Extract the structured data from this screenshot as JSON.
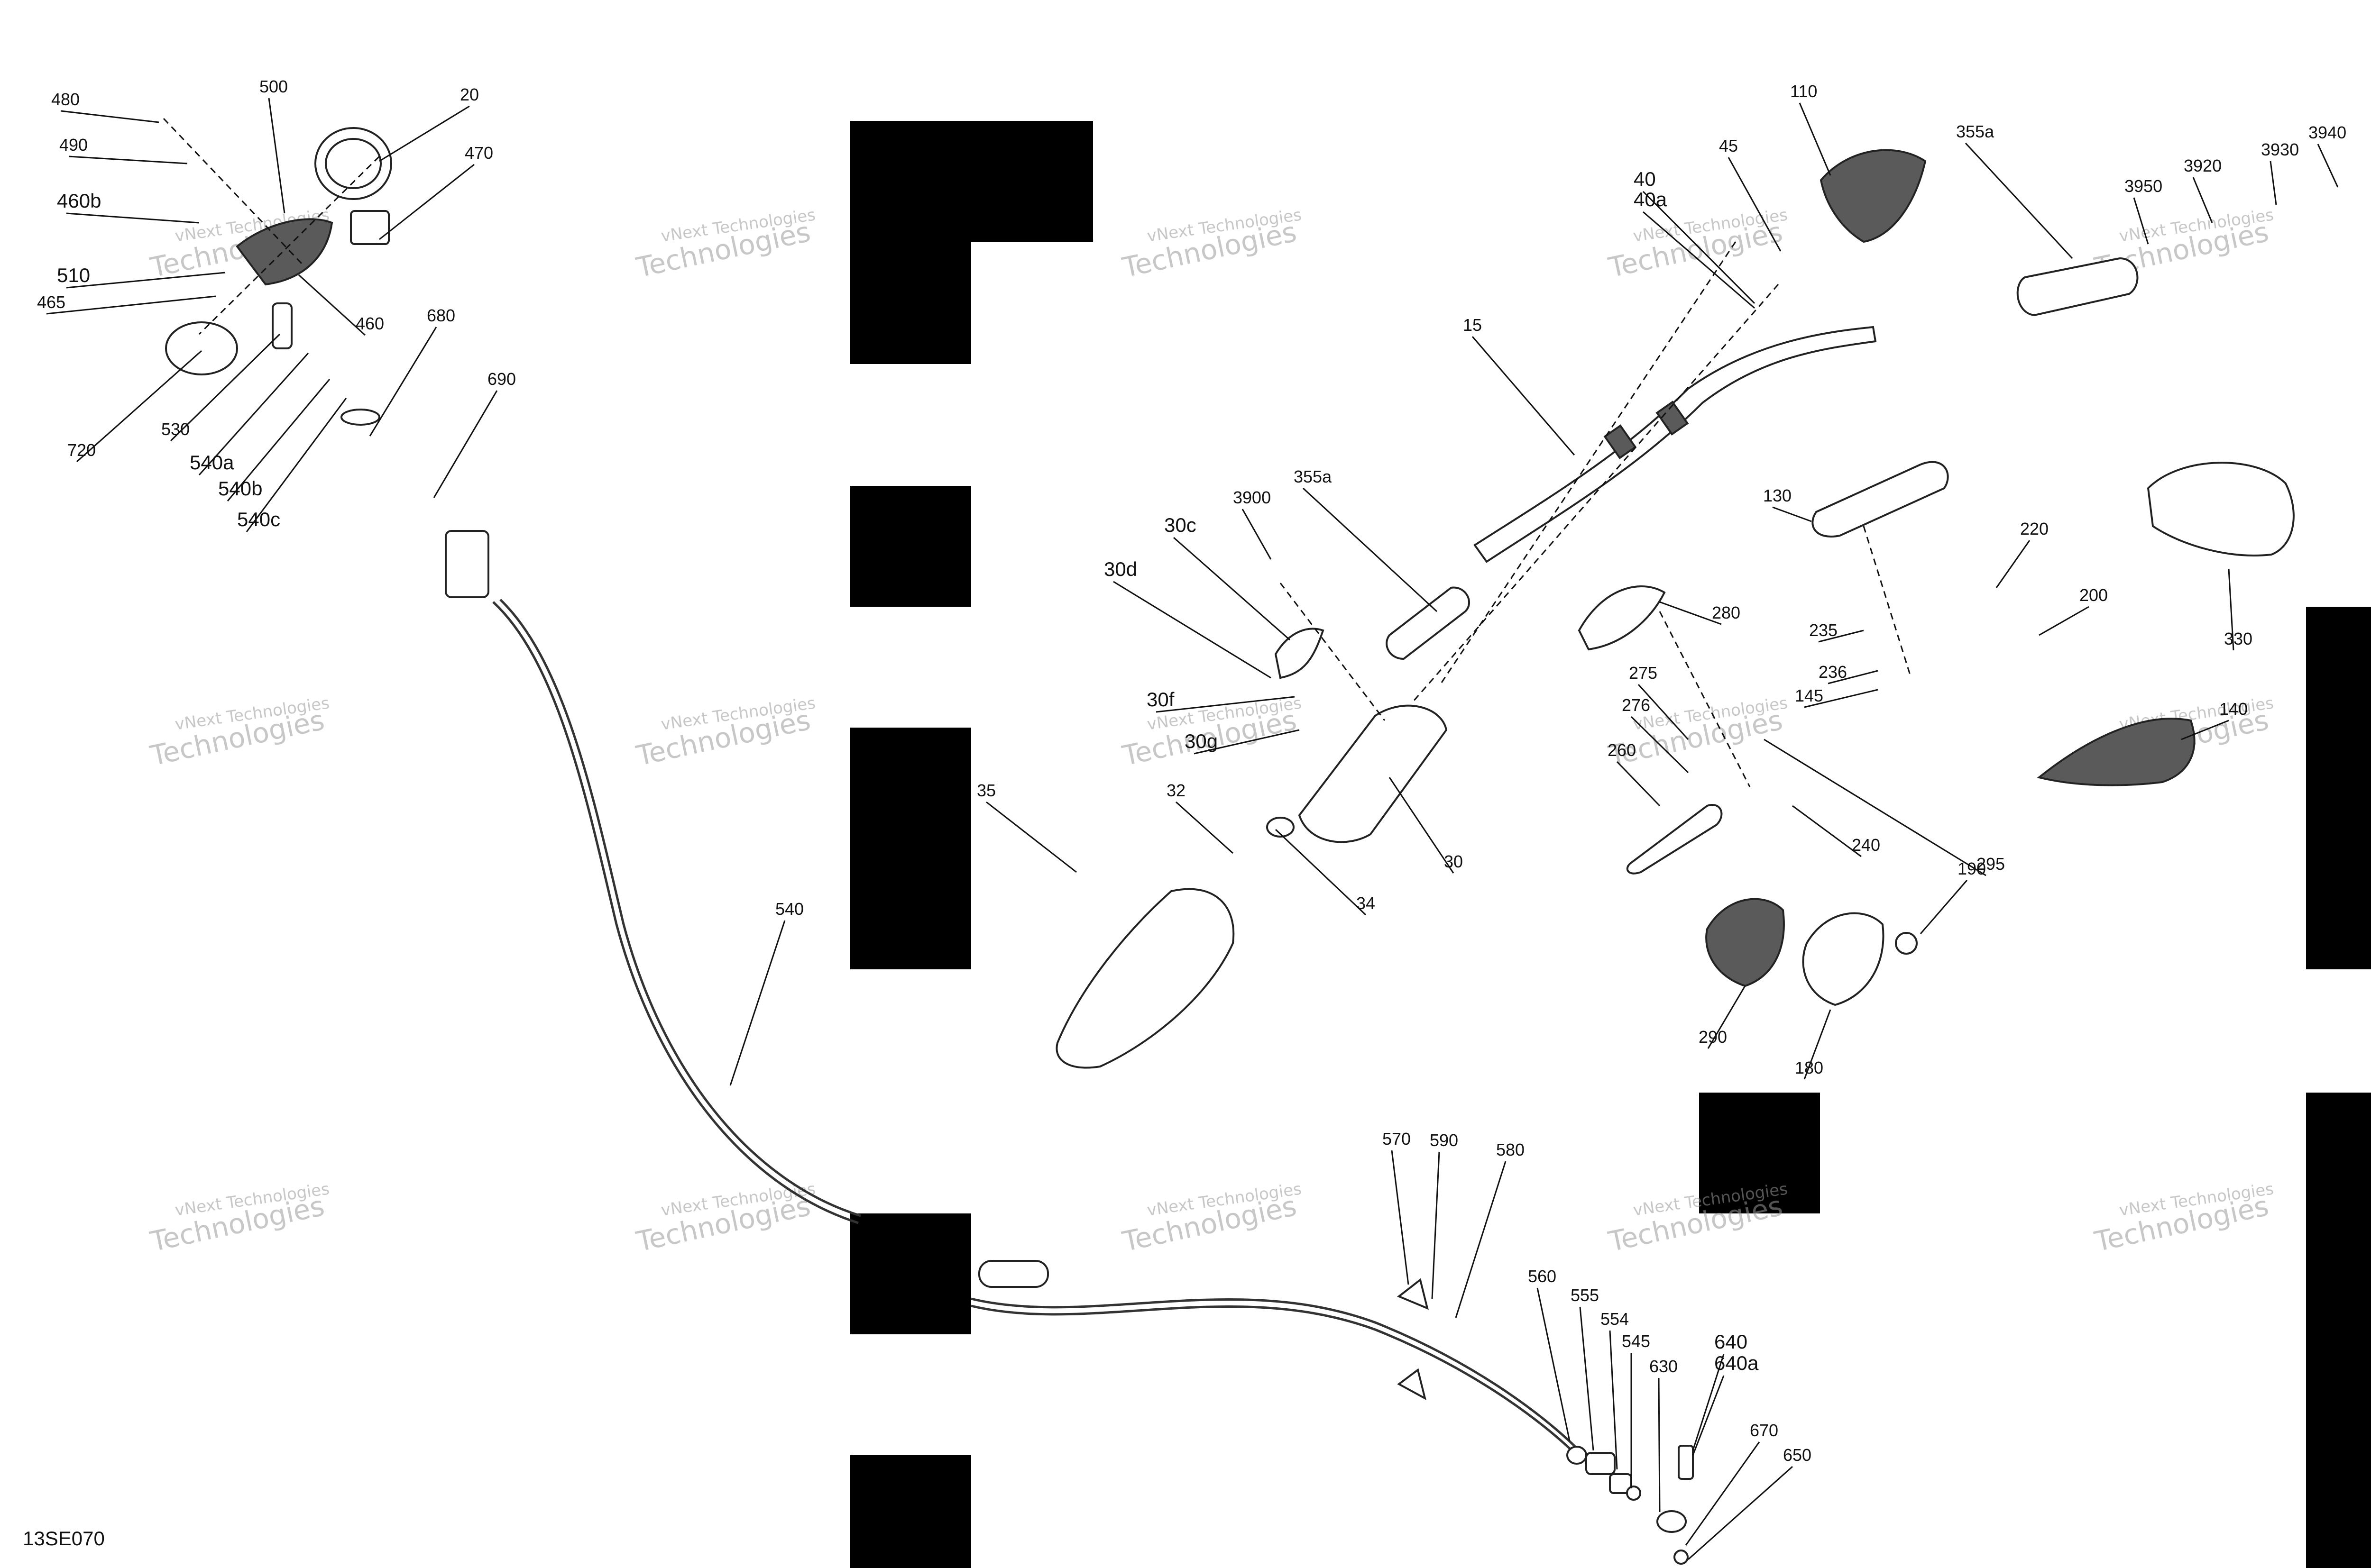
{
  "drawing_code": "13SE070",
  "watermark_lines": [
    "vNext Technologies",
    "Technologies"
  ],
  "callouts": [
    "480",
    "490",
    "500",
    "20",
    "470",
    "460b",
    "510",
    "465",
    "460",
    "720",
    "530",
    "540a",
    "540b",
    "540c",
    "680",
    "690",
    "540",
    "110",
    "45",
    "40",
    "40a",
    "355a",
    "3950",
    "3920",
    "3930",
    "3940",
    "15",
    "355a",
    "3900",
    "30c",
    "30d",
    "30f",
    "30g",
    "30",
    "35",
    "32",
    "34",
    "130",
    "280",
    "220",
    "200",
    "235",
    "236",
    "145",
    "330",
    "275",
    "276",
    "260",
    "240",
    "295",
    "140",
    "190",
    "290",
    "180",
    "570",
    "590",
    "580",
    "560",
    "555",
    "554",
    "545",
    "630",
    "640",
    "640a",
    "670",
    "650"
  ]
}
